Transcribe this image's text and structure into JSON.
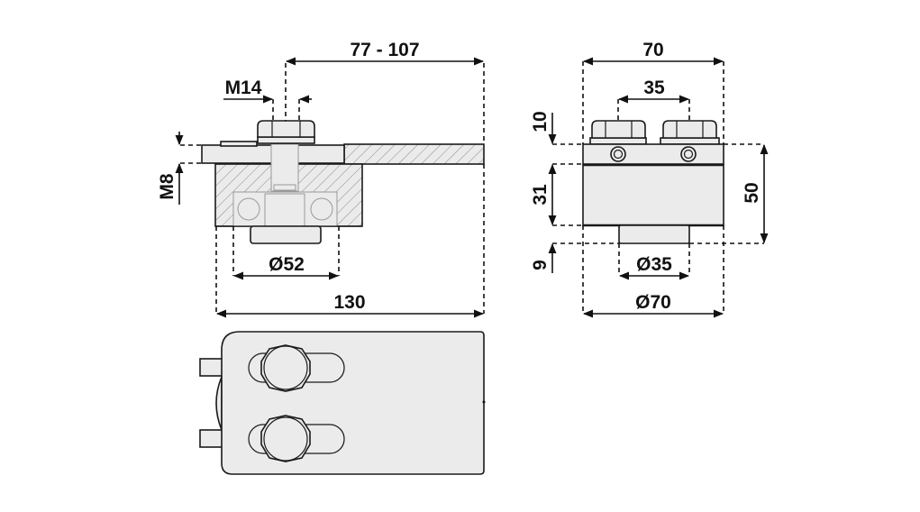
{
  "drawing": {
    "title": "Pivot bracket with bearing - dimensioned technical drawing",
    "colors": {
      "part_fill": "#ebebeb",
      "line": "#1a1a1a",
      "background": "#ffffff"
    },
    "side_view": {
      "dimensions": {
        "adjust_range": "77 - 107",
        "thread": "M14",
        "plate_thread": "M8",
        "bearing_diameter": "Ø52",
        "overall_length": "130"
      }
    },
    "front_view": {
      "dimensions": {
        "overall_width": "70",
        "bolt_spacing": "35",
        "nut_height": "10",
        "body_height": "31",
        "total_height": "50",
        "boss_height": "9",
        "boss_diameter": "Ø35",
        "body_diameter": "Ø70"
      }
    },
    "top_view": {
      "bolt_count": 2,
      "slot_count": 2
    }
  }
}
